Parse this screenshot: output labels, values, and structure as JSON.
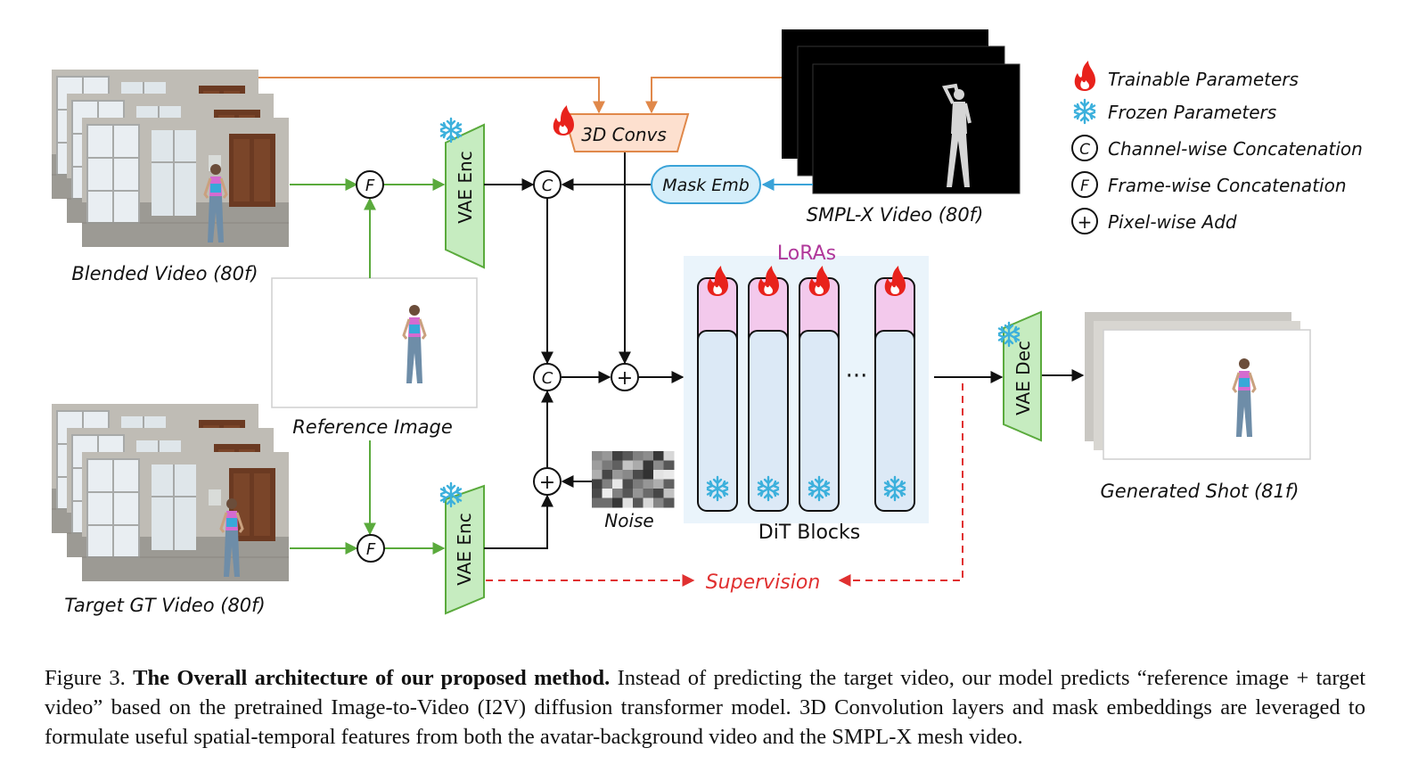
{
  "inputs": {
    "blended_video": "Blended Video (80f)",
    "target_gt_video": "Target GT Video (80f)",
    "reference_image": "Reference Image",
    "smplx_video": "SMPL-X Video (80f)",
    "noise": "Noise"
  },
  "modules": {
    "vae_enc_top": "VAE Enc",
    "vae_enc_bottom": "VAE Enc",
    "vae_dec": "VAE Dec",
    "conv3d": "3D Convs",
    "mask_emb": "Mask Emb",
    "loras": "LoRAs",
    "dit_blocks": "DiT Blocks",
    "dots": "···"
  },
  "ops": {
    "frame_concat_symbol": "F",
    "channel_concat_symbol": "C",
    "add_symbol": "+"
  },
  "output": {
    "generated_shot": "Generated Shot (81f)"
  },
  "supervision": "Supervision",
  "legend": [
    {
      "icon": "fire-icon",
      "label": "Trainable Parameters"
    },
    {
      "icon": "snowflake-icon",
      "label": "Frozen Parameters"
    },
    {
      "icon": "C",
      "label": "Channel-wise Concatenation"
    },
    {
      "icon": "F",
      "label": "Frame-wise Concatenation"
    },
    {
      "icon": "+",
      "label": "Pixel-wise Add"
    }
  ],
  "colors": {
    "green_flow": "#5aaa3c",
    "orange_flow": "#e0884a",
    "blue_flow": "#3aa3d8",
    "red_dash": "#e03030",
    "lora_purple": "#b0379a",
    "vae_fill": "#c6ecc0",
    "conv_fill": "#fde0cf",
    "mask_fill": "#d5eefa",
    "dit_bg": "#eaf4fb",
    "block_fill": "#dce9f6",
    "lora_fill": "#f3c9ec"
  },
  "caption": {
    "prefix": "Figure 3.",
    "title": "The Overall architecture of our proposed method.",
    "body": "Instead of predicting the target video, our model predicts “reference image + target video” based on the pretrained Image-to-Video (I2V) diffusion transformer model. 3D Convolution layers and mask embeddings are leveraged to formulate useful spatial-temporal features from both the avatar-background video and the SMPL-X mesh video."
  }
}
